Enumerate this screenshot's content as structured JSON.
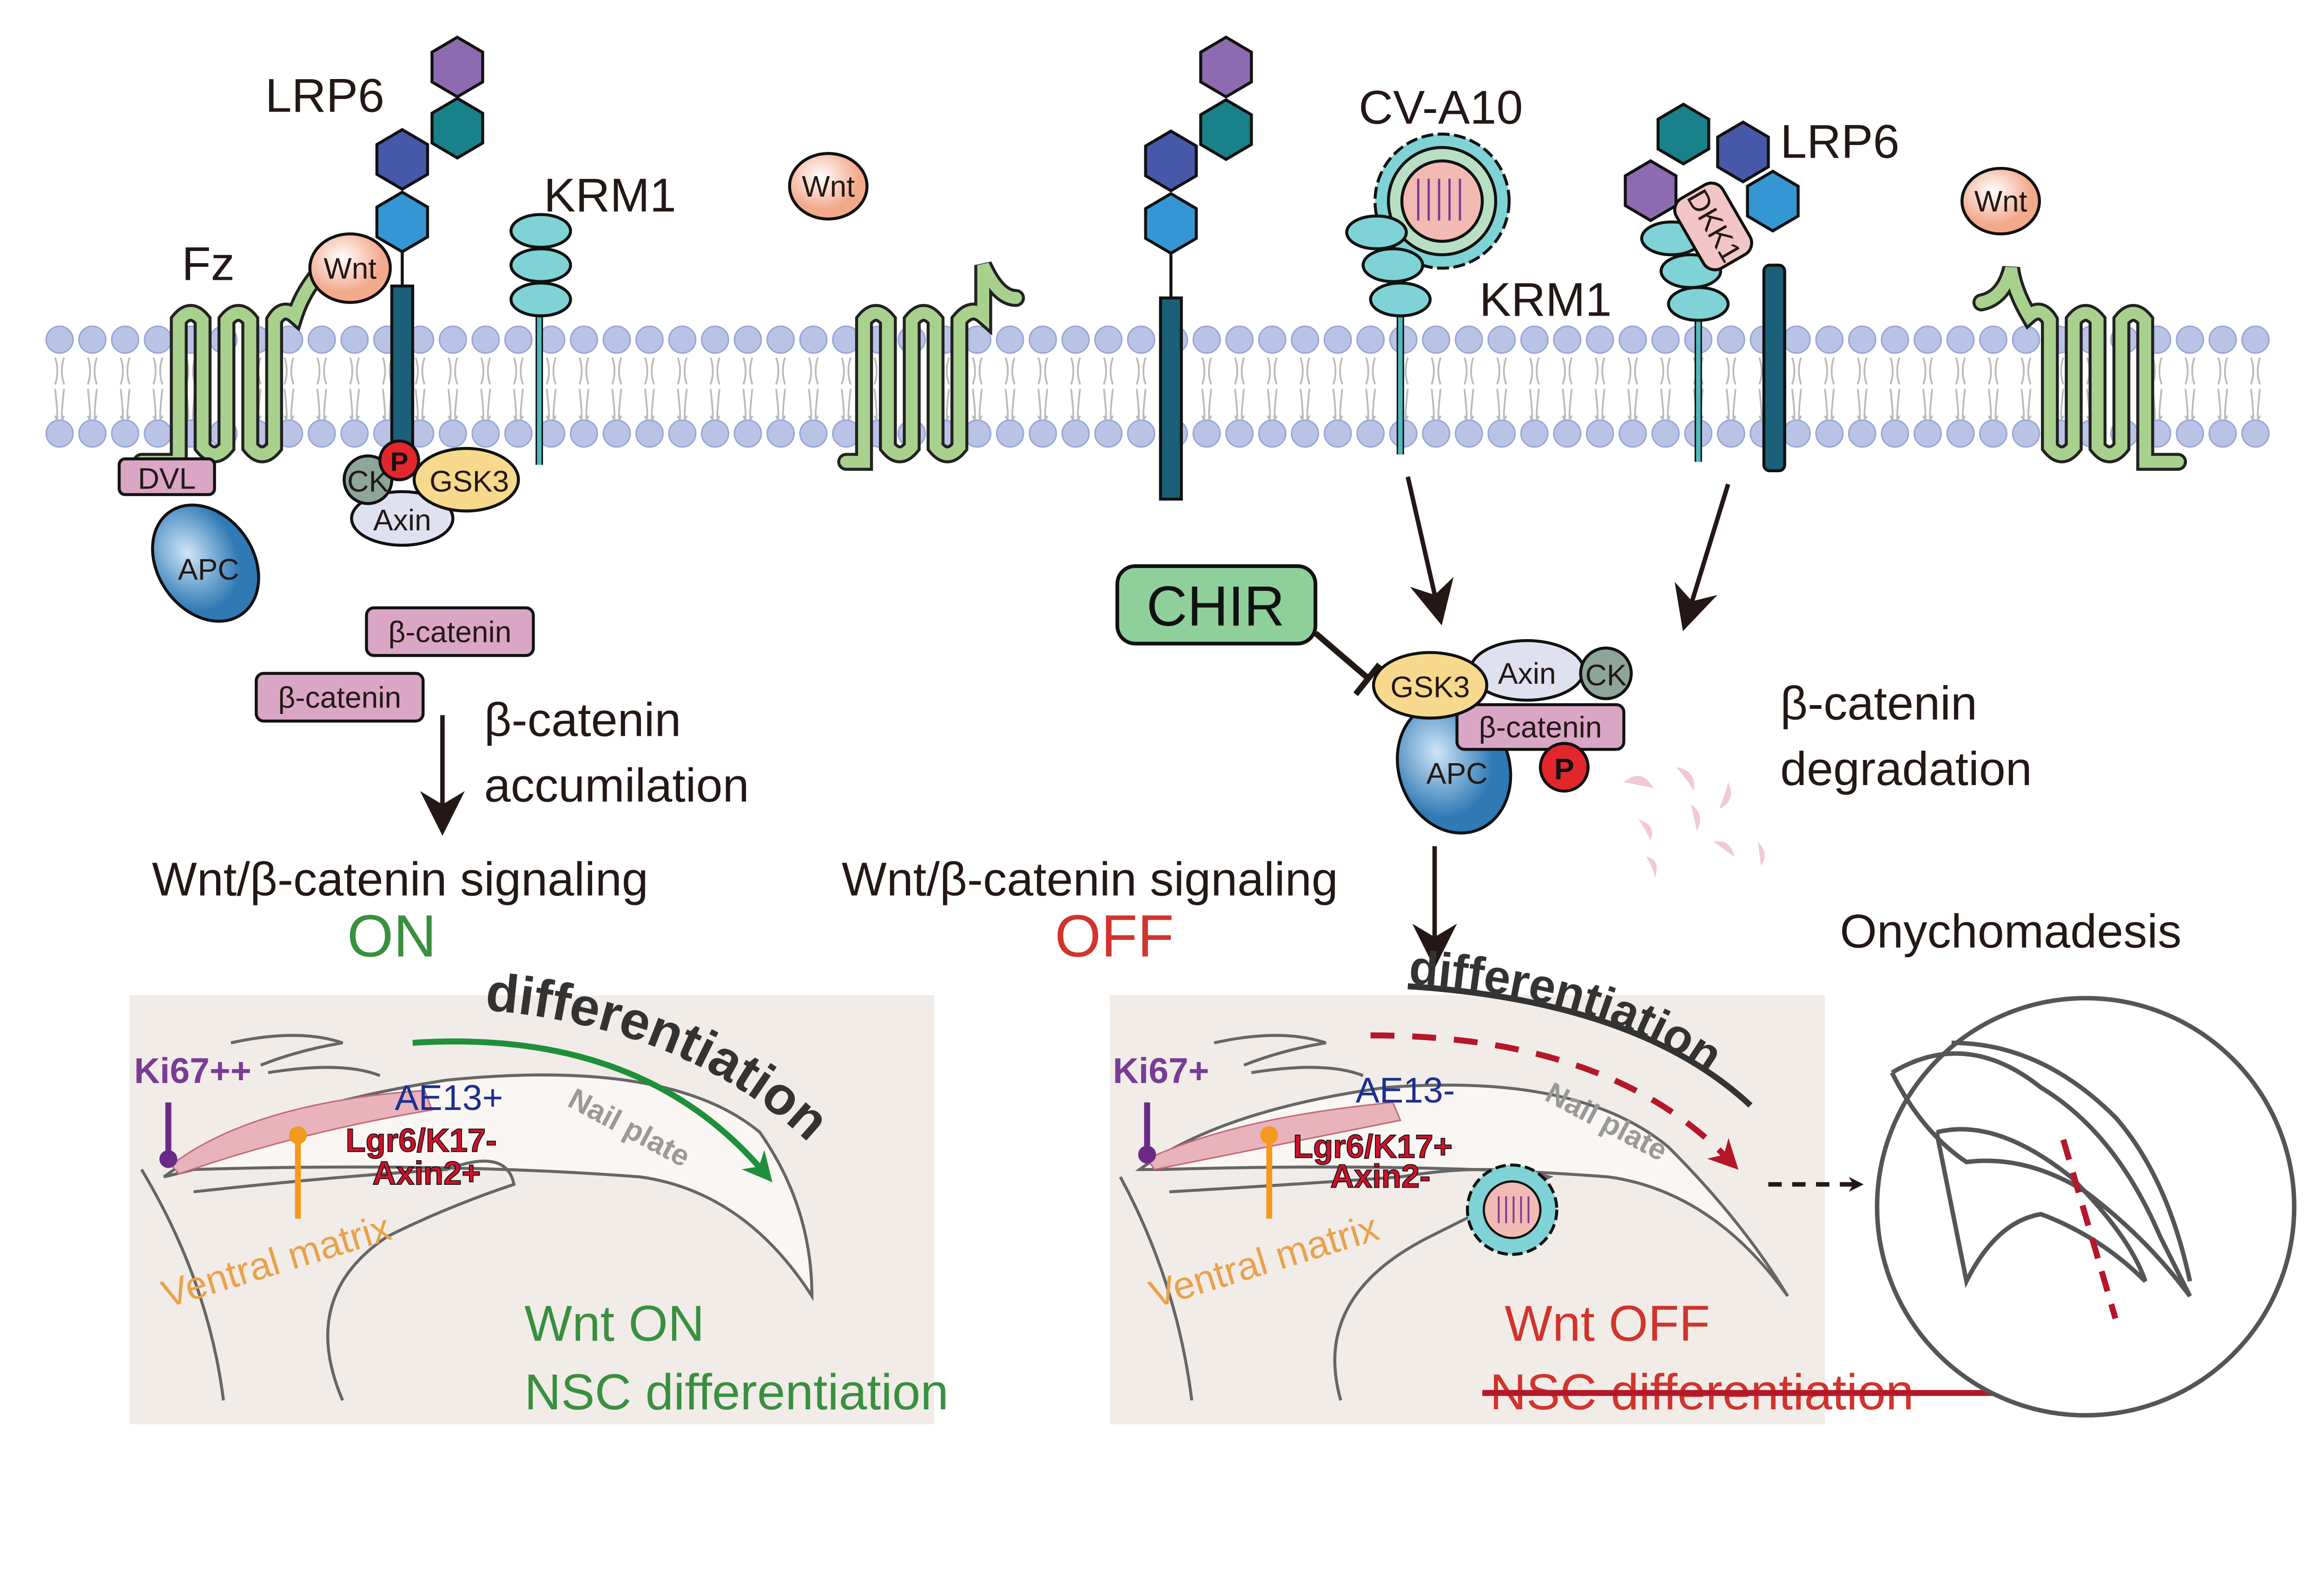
{
  "colors": {
    "on": "#3a8f3f",
    "off": "#d0342c",
    "membrane": "#b9c3e6",
    "receptor_rod": "#1b5f78",
    "wnt": "#f5b08a",
    "fz": "#a9d18e",
    "krm1": "#7fd3d6",
    "ki67": "#7a3a96",
    "ae13": "#1c2f8f",
    "lgr6": "#d0102a",
    "ventral": "#e8a24a"
  },
  "left": {
    "lrp6": "LRP6",
    "krm1": "KRM1",
    "fz": "Fz",
    "wnt": "Wnt",
    "dvl": "DVL",
    "apc": "APC",
    "ck": "CK",
    "p": "P",
    "gsk3": "GSK3",
    "axin": "Axin",
    "bcat1": "β-catenin",
    "bcat2": "β-catenin",
    "acc1": "β-catenin",
    "acc2": "accumilation",
    "signaling": "Wnt/β-catenin signaling",
    "state": "ON"
  },
  "middle": {
    "wnt": "Wnt",
    "virus": "CV-A10",
    "krm1": "KRM1",
    "chir": "CHIR",
    "gsk3": "GSK3",
    "axin": "Axin",
    "ck": "CK",
    "bcat": "β-catenin",
    "apc": "APC",
    "p": "P",
    "signaling": "Wnt/β-catenin signaling",
    "state": "OFF"
  },
  "right": {
    "lrp6": "LRP6",
    "dkk1": "DKK1",
    "wnt": "Wnt",
    "deg1": "β-catenin",
    "deg2": "degradation",
    "onychomadesis": "Onychomadesis"
  },
  "panel_on": {
    "differentiation": "differentiation",
    "ki67": "Ki67++",
    "ae13": "AE13+",
    "lgr6": "Lgr6/K17-",
    "axin2": "Axin2+",
    "nail_plate": "Nail plate",
    "ventral": "Ventral matrix",
    "wnt": "Wnt ON",
    "nsc": "NSC differentiation"
  },
  "panel_off": {
    "differentiation": "differentiation",
    "ki67": "Ki67+",
    "ae13": "AE13-",
    "lgr6": "Lgr6/K17+",
    "axin2": "Axin2-",
    "nail_plate": "Nail plate",
    "ventral": "Ventral matrix",
    "wnt": "Wnt OFF",
    "nsc": "NSC differentiation"
  }
}
